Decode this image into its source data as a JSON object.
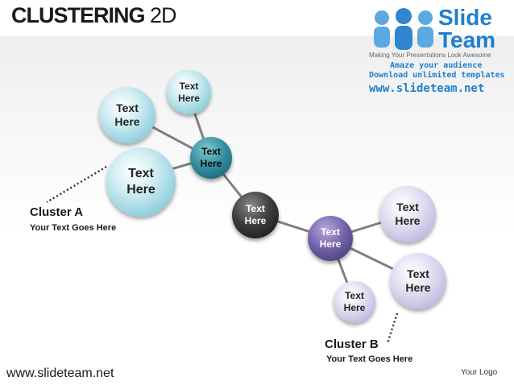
{
  "title": {
    "main": "CLUSTERING",
    "suffix": "2D"
  },
  "logo": {
    "brand_line1": "Slide",
    "brand_line2": "Team",
    "tagline": "Making Your Presentations Look Awesome",
    "promo1": "Amaze your audience",
    "promo2": "Download unlimited templates",
    "url": "www.slideteam.net"
  },
  "nodes": {
    "a_top": "Text\nHere",
    "a_left": "Text\nHere",
    "a_big": "Text\nHere",
    "a_hub": "Text\nHere",
    "center": "Text\nHere",
    "b_hub": "Text\nHere",
    "b_top": "Text\nHere",
    "b_right": "Text\nHere",
    "b_small": "Text\nHere"
  },
  "cluster_a": {
    "title": "Cluster  A",
    "subtitle": "Your Text Goes Here"
  },
  "cluster_b": {
    "title": "Cluster  B",
    "subtitle": "Your Text Goes Here"
  },
  "footer": {
    "url": "www.slideteam.net",
    "logo_text": "Your Logo"
  },
  "colors": {
    "teal": "#2f8c9c",
    "purple": "#6e5fa6",
    "brand_blue": "#1e7fd0"
  }
}
